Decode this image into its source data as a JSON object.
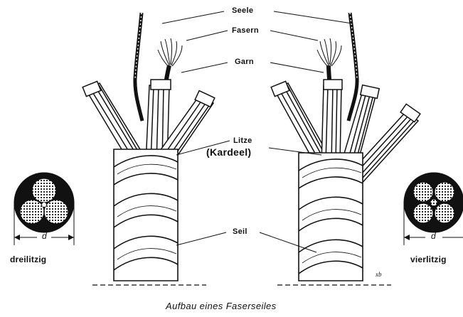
{
  "labels": {
    "seele": "Seele",
    "fasern": "Fasern",
    "garn": "Garn",
    "litze": "Litze",
    "kardeel": "(Kardeel)",
    "seil": "Seil",
    "dreilitzig": "dreilitzig",
    "vierlitzig": "vierlitzig",
    "diameter": "d",
    "caption": "Aufbau eines Faserseiles",
    "signature": "xb"
  },
  "colors": {
    "ink": "#111111",
    "paper": "#ffffff"
  },
  "cross_sections": {
    "left_strands": 3,
    "right_strands": 4
  }
}
